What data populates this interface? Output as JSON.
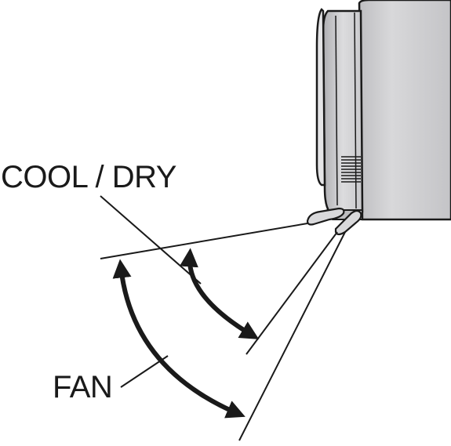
{
  "labels": {
    "cool_dry": "COOL / DRY",
    "fan": "FAN"
  },
  "colors": {
    "line": "#1a1a1a",
    "unit_fill": "#d4d4d6",
    "unit_side": "#eaeaeb",
    "background": "#ffffff"
  },
  "icons": {
    "unit": "air-conditioner-indoor-unit",
    "arrows": "double-headed-curved-arrow"
  }
}
